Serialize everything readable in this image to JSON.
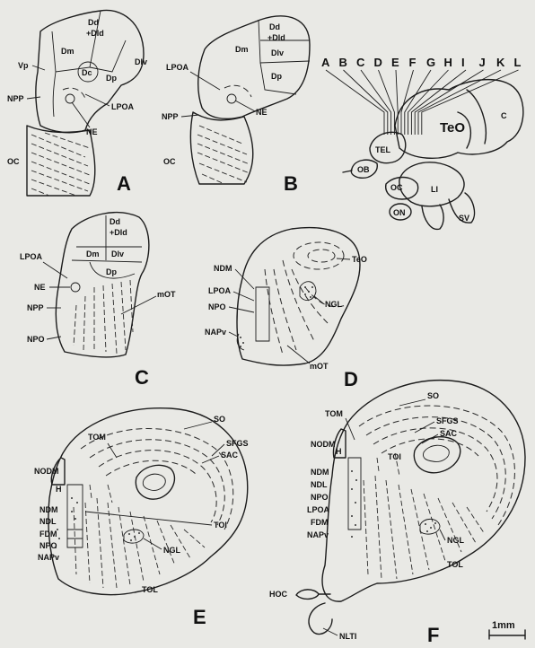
{
  "panels": {
    "A": {
      "letter": "A",
      "labels": {
        "dd_dld": [
          "Dd",
          "+Dld"
        ],
        "dm": "Dm",
        "dc": "Dc",
        "dp": "Dp",
        "dlv": "Dlv",
        "vp": "Vp",
        "npp": "NPP",
        "lpoa": "LPOA",
        "ne": "NE",
        "oc": "OC"
      }
    },
    "B": {
      "letter": "B",
      "labels": {
        "dd_dld": [
          "Dd",
          "+Dld"
        ],
        "dm": "Dm",
        "dlv": "Dlv",
        "dp": "Dp",
        "lpoa": "LPOA",
        "npp": "NPP",
        "ne": "NE",
        "oc": "OC"
      }
    },
    "C": {
      "letter": "C",
      "labels": {
        "dd_dld": [
          "Dd",
          "+Dld"
        ],
        "dm": "Dm",
        "dlv": "Dlv",
        "dp": "Dp",
        "lpoa": "LPOA",
        "ne": "NE",
        "npp": "NPP",
        "npo": "NPO",
        "mot": "mOT"
      }
    },
    "D": {
      "letter": "D",
      "labels": {
        "ndm": "NDM",
        "teo": "TeO",
        "lpoa": "LPOA",
        "npo": "NPO",
        "ngl": "NGL",
        "napv": "NAPv",
        "mot": "mOT"
      }
    },
    "E": {
      "letter": "E",
      "labels": {
        "so": "SO",
        "tom": "TOM",
        "sfgs": "SFGS",
        "sac": "SAC",
        "nodm": "NODM",
        "h": "H",
        "ndm": "NDM",
        "ndl": "NDL",
        "fdm": "FDM",
        "npo": "NPO",
        "napv": "NAPv",
        "toi": "TOI",
        "ngl": "NGL",
        "tol": "TOL"
      }
    },
    "F": {
      "letter": "F",
      "labels": {
        "so": "SO",
        "sfgs": "SFGS",
        "sac": "SAC",
        "tom": "TOM",
        "toi": "TOI",
        "nodm": "NODM",
        "h": "H",
        "ndm": "NDM",
        "ndl": "NDL",
        "npo": "NPO",
        "lpoa": "LPOA",
        "fdm": "FDM",
        "napv": "NAPv",
        "ngl": "NGL",
        "tol": "TOL",
        "hoc": "HOC",
        "nlti": "NLTI"
      }
    }
  },
  "brain": {
    "section_letters": [
      "A",
      "B",
      "C",
      "D",
      "E",
      "F",
      "G",
      "H",
      "I",
      "J",
      "K",
      "L"
    ],
    "labels": {
      "c": "C",
      "teo": "TeO",
      "tel": "TEL",
      "ob": "OB",
      "oc": "OC",
      "li": "LI",
      "on": "ON",
      "sv": "SV"
    }
  },
  "scale_bar": {
    "label": "1mm"
  }
}
